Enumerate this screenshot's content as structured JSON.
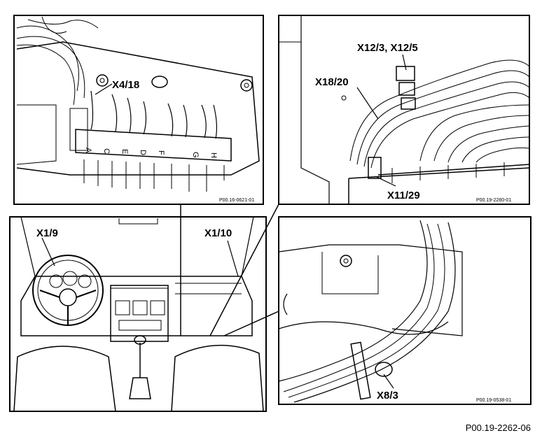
{
  "figure_ref": "P00.19-2262-06",
  "panels": {
    "top_left": {
      "label": "X4/18",
      "fuse_letters": [
        "A",
        "C",
        "E",
        "D",
        "F",
        "G",
        "H"
      ],
      "ref": "P00.16-0621-01"
    },
    "top_right": {
      "labels": [
        "X12/3, X12/5",
        "X18/20",
        "X11/29"
      ],
      "ref": "P00.19-2280-01"
    },
    "bottom_left": {
      "labels": [
        "X1/9",
        "X1/10"
      ]
    },
    "bottom_right": {
      "label": "X8/3",
      "ref": "P00.19-0538-01"
    }
  }
}
